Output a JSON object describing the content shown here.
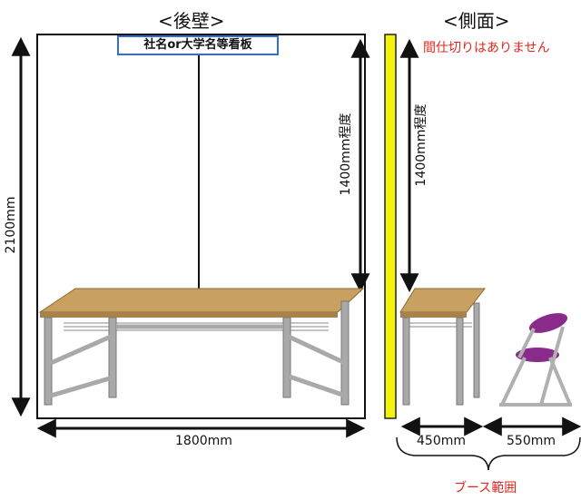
{
  "titles": {
    "back_wall": "<後壁>",
    "side": "<側面>"
  },
  "signboard": "社名or大学名等看板",
  "dimensions": {
    "height_total": "2100mm",
    "height_sign_back": "1400mm程度",
    "height_sign_side": "1400mm程度",
    "width_back": "1800mm",
    "depth_table": "450mm",
    "depth_chair": "550mm"
  },
  "notes": {
    "no_partition": "間仕切りはありません",
    "booth_range": "ブース範囲"
  },
  "colors": {
    "partition": "#f2f20a",
    "table_top": "#c8a060",
    "chair_seat": "#8a2a8a",
    "note_red": "#e0261d"
  }
}
